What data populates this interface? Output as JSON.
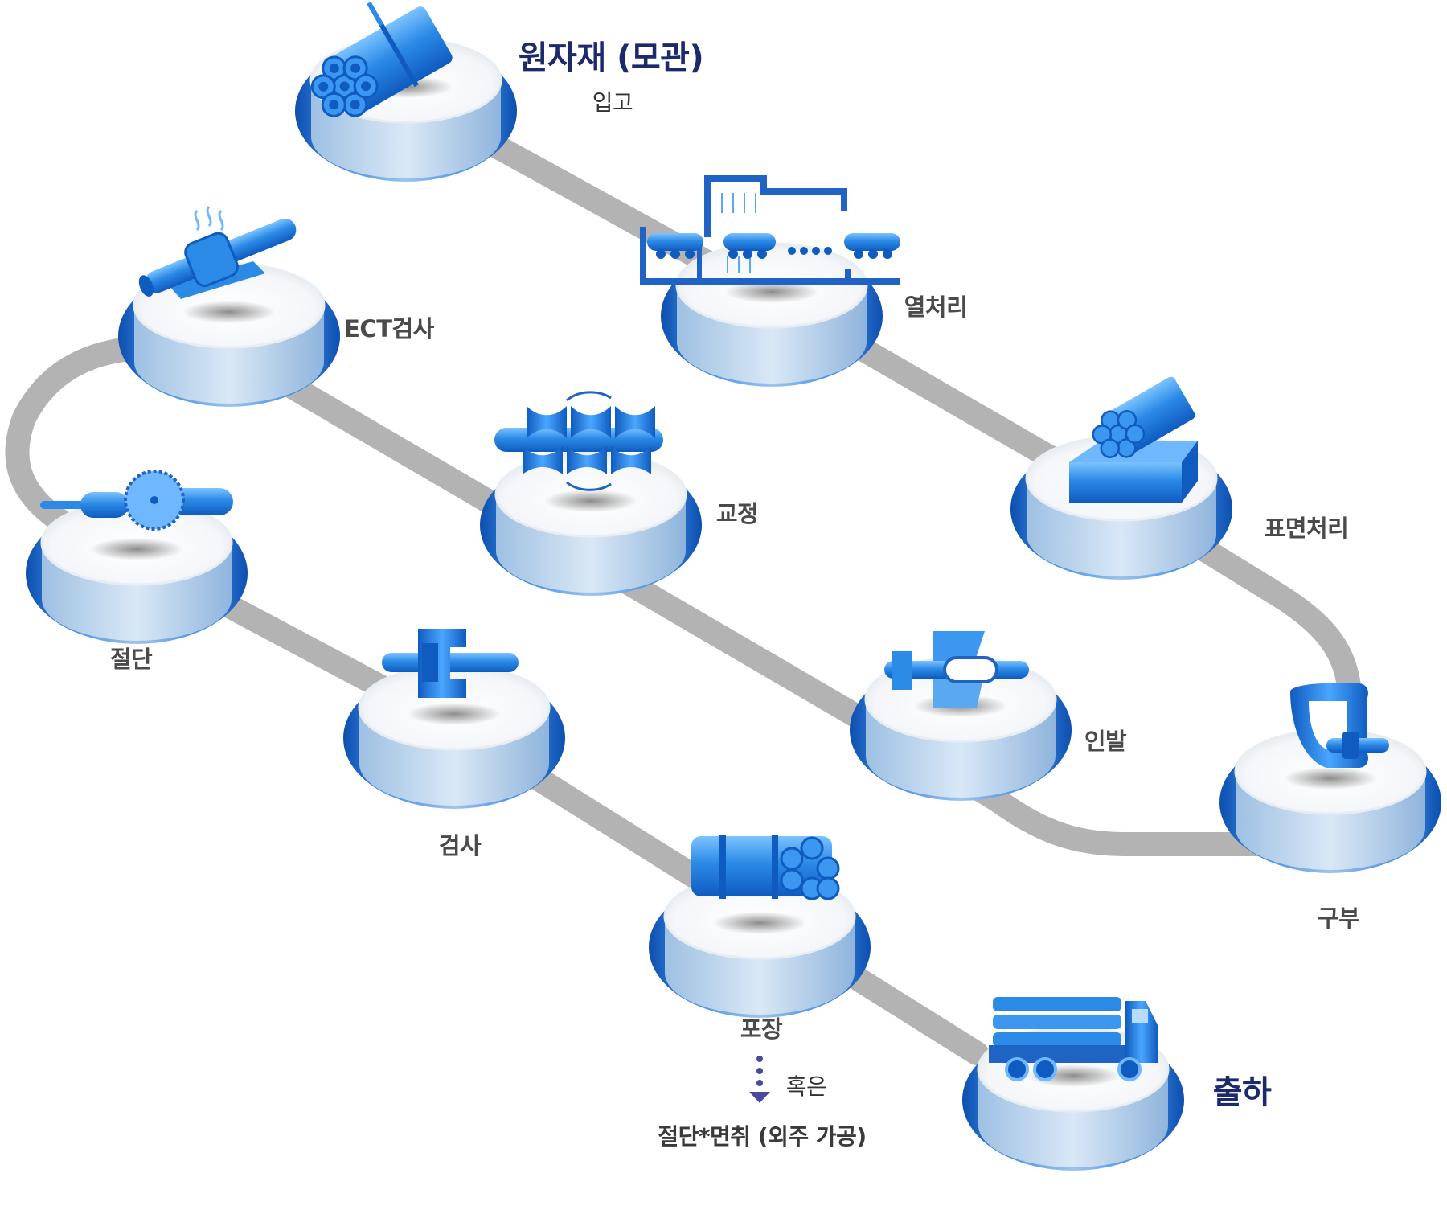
{
  "labels": {
    "raw": "원자재 (모관)",
    "raw_sub": "입고",
    "heat": "열처리",
    "surface": "표면처리",
    "bend": "구부",
    "draw": "인발",
    "straighten": "교정",
    "ect": "ECT검사",
    "cut": "절단",
    "inspect": "검사",
    "pack": "포장",
    "or": "혹은",
    "alt": "절단*면취 (외주 가공)",
    "ship": "출하"
  },
  "icons": {
    "raw": "pipe-bundle-icon",
    "heat": "furnace-icon",
    "surface": "tank-pipes-icon",
    "bend": "bending-die-icon",
    "draw": "drawing-die-icon",
    "straighten": "rollers-icon",
    "ect": "ect-probe-icon",
    "cut": "saw-blade-icon",
    "inspect": "gauge-icon",
    "pack": "packed-bundle-icon",
    "ship": "truck-icon"
  },
  "colors": {
    "path": "#b3b3b3",
    "platform_blue": "#1f64c4",
    "platform_light": "#c9ddf0",
    "icon_blue": "#2b8ae6",
    "title": "#1c2a6b"
  }
}
